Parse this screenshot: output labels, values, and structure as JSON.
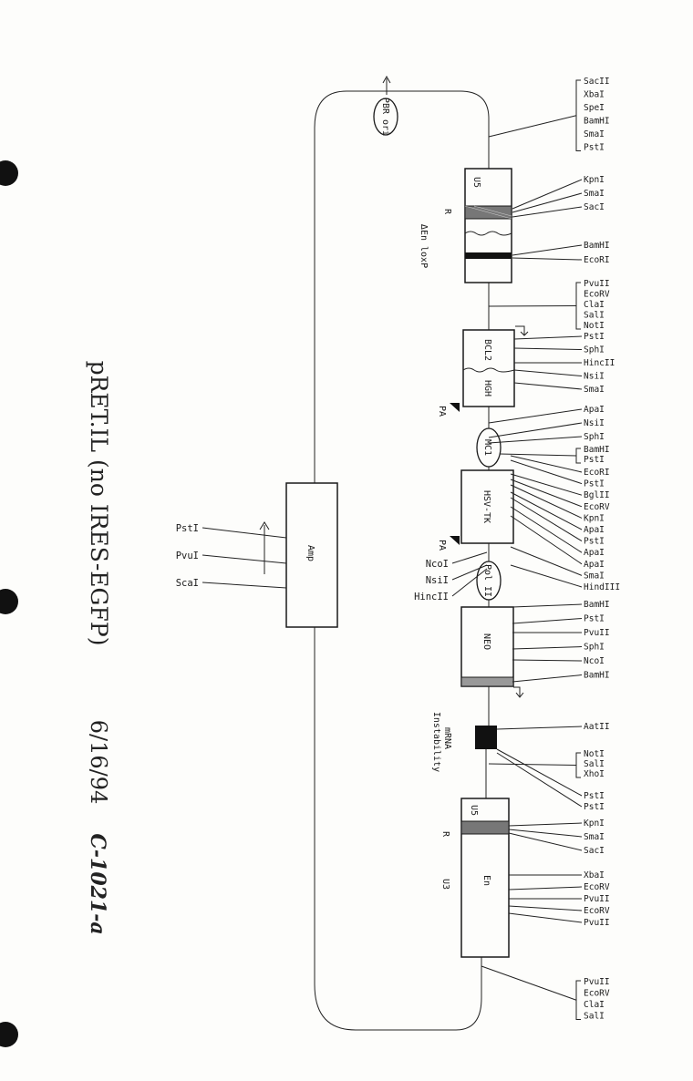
{
  "title": "pRET.IL (no IRES-EGFP)",
  "date": "6/16/94",
  "code": "C-1021-a",
  "colors": {
    "ink": "#1a1a1a",
    "paper": "#fdfdfb"
  },
  "elements": {
    "pbr_ori": "PBR ori",
    "ltr5_u5": "U5",
    "ltr5_r": "R",
    "ltr5_en_loxp": "ΔEn loxP",
    "bcl2": "BCL2",
    "hgh": "HGH",
    "pa1": "PA",
    "mc1": "MC1",
    "hsv_tk": "HSV-TK",
    "pa2": "PA",
    "pol2": "Pol II",
    "neo": "NEO",
    "mrna": "mRNA",
    "instability": "Instability",
    "ltr3_u5": "U5",
    "ltr3_r": "R",
    "ltr3_en": "En",
    "ltr3_u3": "U3",
    "amp": "Amp"
  },
  "sites_right": {
    "g1": [
      "SacII",
      "XbaI",
      "SpeI",
      "BamHI",
      "SmaI",
      "PstI"
    ],
    "g2": [
      "KpnI",
      "SmaI",
      "SacI"
    ],
    "g3": [
      "BamHI",
      "EcoRI"
    ],
    "g4": [
      "PvuII",
      "EcoRV",
      "ClaI",
      "SalI",
      "NotI"
    ],
    "g5": [
      "PstI",
      "SphI",
      "HincII",
      "NsiI",
      "SmaI"
    ],
    "g6": [
      "ApaI",
      "NsiI",
      "SphI"
    ],
    "g7": [
      "BamHI",
      "PstI"
    ],
    "g8": [
      "EcoRI",
      "PstI",
      "BglII",
      "EcoRV",
      "KpnI",
      "ApaI",
      "PstI",
      "ApaI",
      "ApaI",
      "SmaI",
      "HindIII"
    ],
    "g9": [
      "BamHI",
      "PstI",
      "PvuII",
      "SphI",
      "NcoI",
      "BamHI"
    ],
    "g10": [
      "AatII"
    ],
    "g11": [
      "NotI",
      "SalI",
      "XhoI"
    ],
    "g12": [
      "PstI",
      "PstI"
    ],
    "g13": [
      "KpnI",
      "SmaI",
      "SacI"
    ],
    "g14": [
      "XbaI",
      "EcoRV",
      "PvuII",
      "EcoRV",
      "PvuII"
    ],
    "g15": [
      "PvuII",
      "EcoRV",
      "ClaI",
      "SalI"
    ]
  },
  "sites_left": {
    "pol_side": [
      "NcoI",
      "NsiI",
      "HincII"
    ],
    "amp_side": [
      "PstI",
      "PvuI",
      "ScaI"
    ]
  }
}
